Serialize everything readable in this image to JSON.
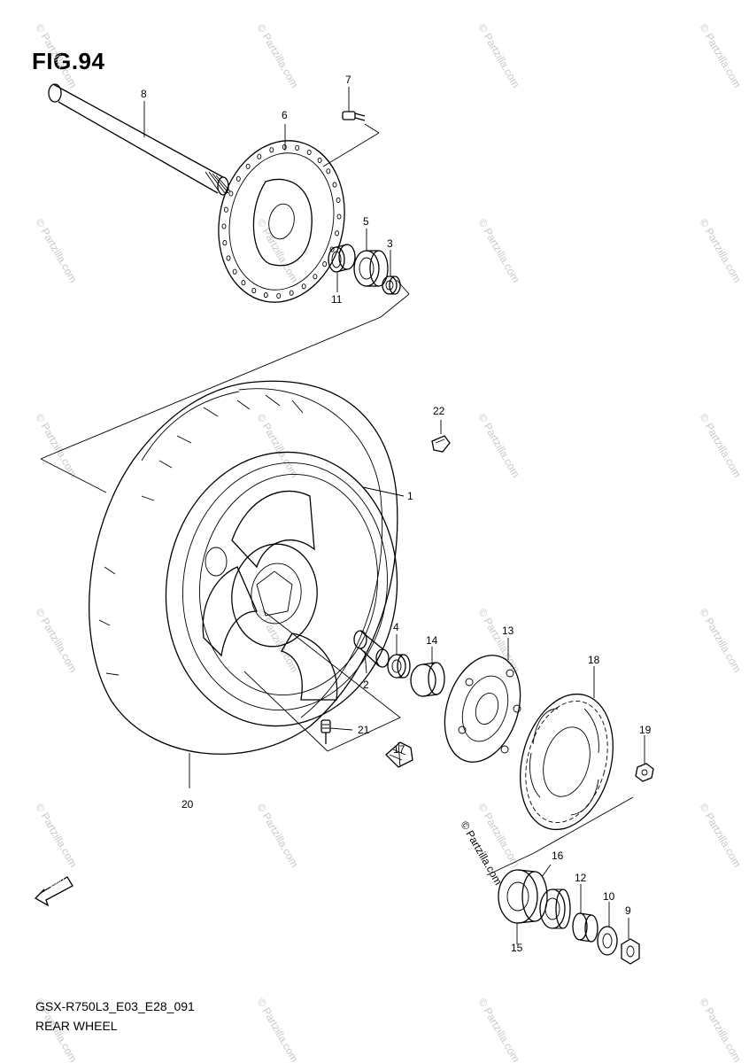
{
  "figure": {
    "title": "FIG.94"
  },
  "footer": {
    "code": "GSX-R750L3_E03_E28_091",
    "name": "REAR WHEEL"
  },
  "watermark": "© Partzilla.com",
  "fwd_label": "FWD",
  "callouts": [
    "1",
    "2",
    "3",
    "4",
    "5",
    "6",
    "7",
    "8",
    "9",
    "10",
    "11",
    "12",
    "13",
    "14",
    "15",
    "16",
    "17",
    "18",
    "19",
    "20",
    "21",
    "22"
  ]
}
